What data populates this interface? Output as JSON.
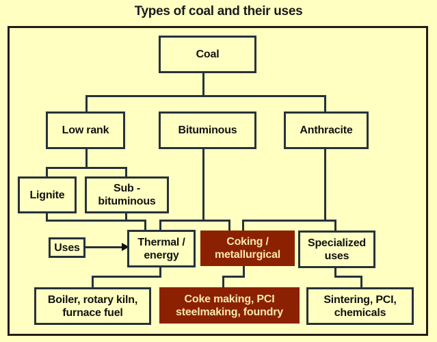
{
  "title": "Types of coal and their uses",
  "colors": {
    "background": "#ffffc2",
    "border": "#263238",
    "highlight_fill": "#8b2100",
    "highlight_text": "#f7e9b0"
  },
  "nodes": {
    "coal": "Coal",
    "low_rank": "Low rank",
    "bituminous": "Bituminous",
    "anthracite": "Anthracite",
    "lignite": "Lignite",
    "sub_bituminous": "Sub -\nbituminous",
    "uses": "Uses",
    "thermal": "Thermal /\nenergy",
    "coking": "Coking /\nmetallurgical",
    "specialized": "Specialized\nuses",
    "boiler": "Boiler, rotary kiln,\nfurnace fuel",
    "coke_making": "Coke making, PCI\nsteelmaking, foundry",
    "sintering": "Sintering, PCI,\nchemicals"
  },
  "edges": [
    [
      "coal",
      "low_rank"
    ],
    [
      "coal",
      "bituminous"
    ],
    [
      "coal",
      "anthracite"
    ],
    [
      "low_rank",
      "lignite"
    ],
    [
      "low_rank",
      "sub_bituminous"
    ],
    [
      "lignite",
      "thermal"
    ],
    [
      "sub_bituminous",
      "thermal"
    ],
    [
      "bituminous",
      "thermal"
    ],
    [
      "bituminous",
      "coking"
    ],
    [
      "anthracite",
      "coking"
    ],
    [
      "anthracite",
      "specialized"
    ],
    [
      "uses",
      "thermal"
    ],
    [
      "thermal",
      "boiler"
    ],
    [
      "coking",
      "coke_making"
    ],
    [
      "specialized",
      "sintering"
    ]
  ]
}
